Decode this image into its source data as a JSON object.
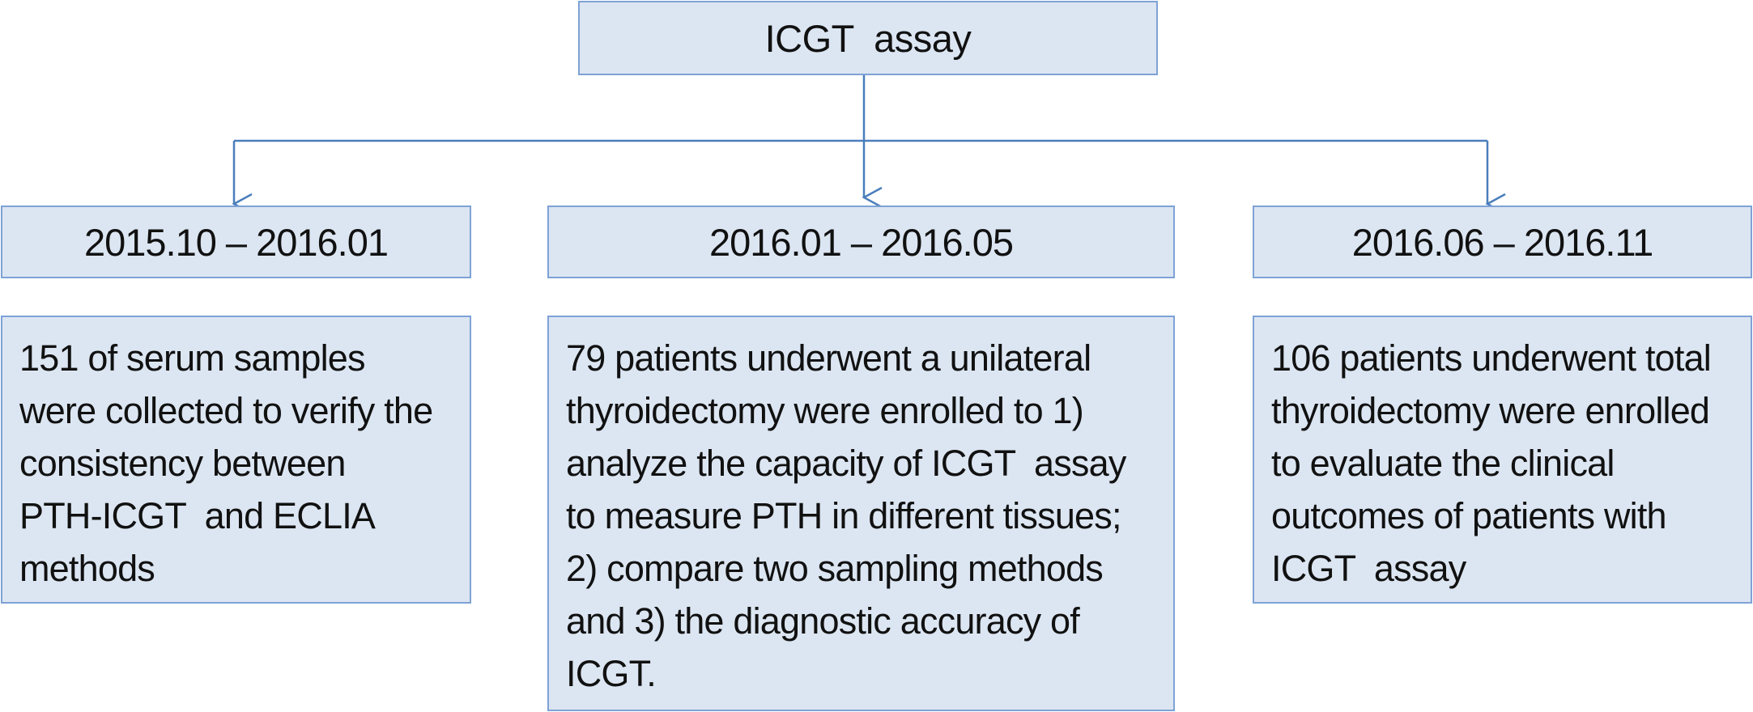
{
  "root": {
    "label": "ICGT  assay"
  },
  "periods": [
    {
      "label": "2015.10 – 2016.01",
      "detail_lines": [
        "151 of serum samples",
        "were collected to verify the",
        "consistency between",
        "PTH-ICGT  and ECLIA",
        "methods"
      ]
    },
    {
      "label": "2016.01 – 2016.05",
      "detail_lines": [
        "79 patients underwent a unilateral",
        "thyroidectomy were enrolled to 1)",
        "analyze the capacity of ICGT  assay",
        "to measure PTH in different tissues;",
        "2) compare two sampling methods",
        "and 3) the diagnostic accuracy of",
        "ICGT."
      ]
    },
    {
      "label": "2016.06 – 2016.11",
      "detail_lines": [
        "106 patients underwent total",
        "thyroidectomy were enrolled",
        "to evaluate the clinical",
        "outcomes of patients with",
        "ICGT  assay"
      ]
    }
  ],
  "colors": {
    "box_fill": "#dce6f2",
    "box_border": "#7ea2d6",
    "connector": "#4a7ebb"
  }
}
